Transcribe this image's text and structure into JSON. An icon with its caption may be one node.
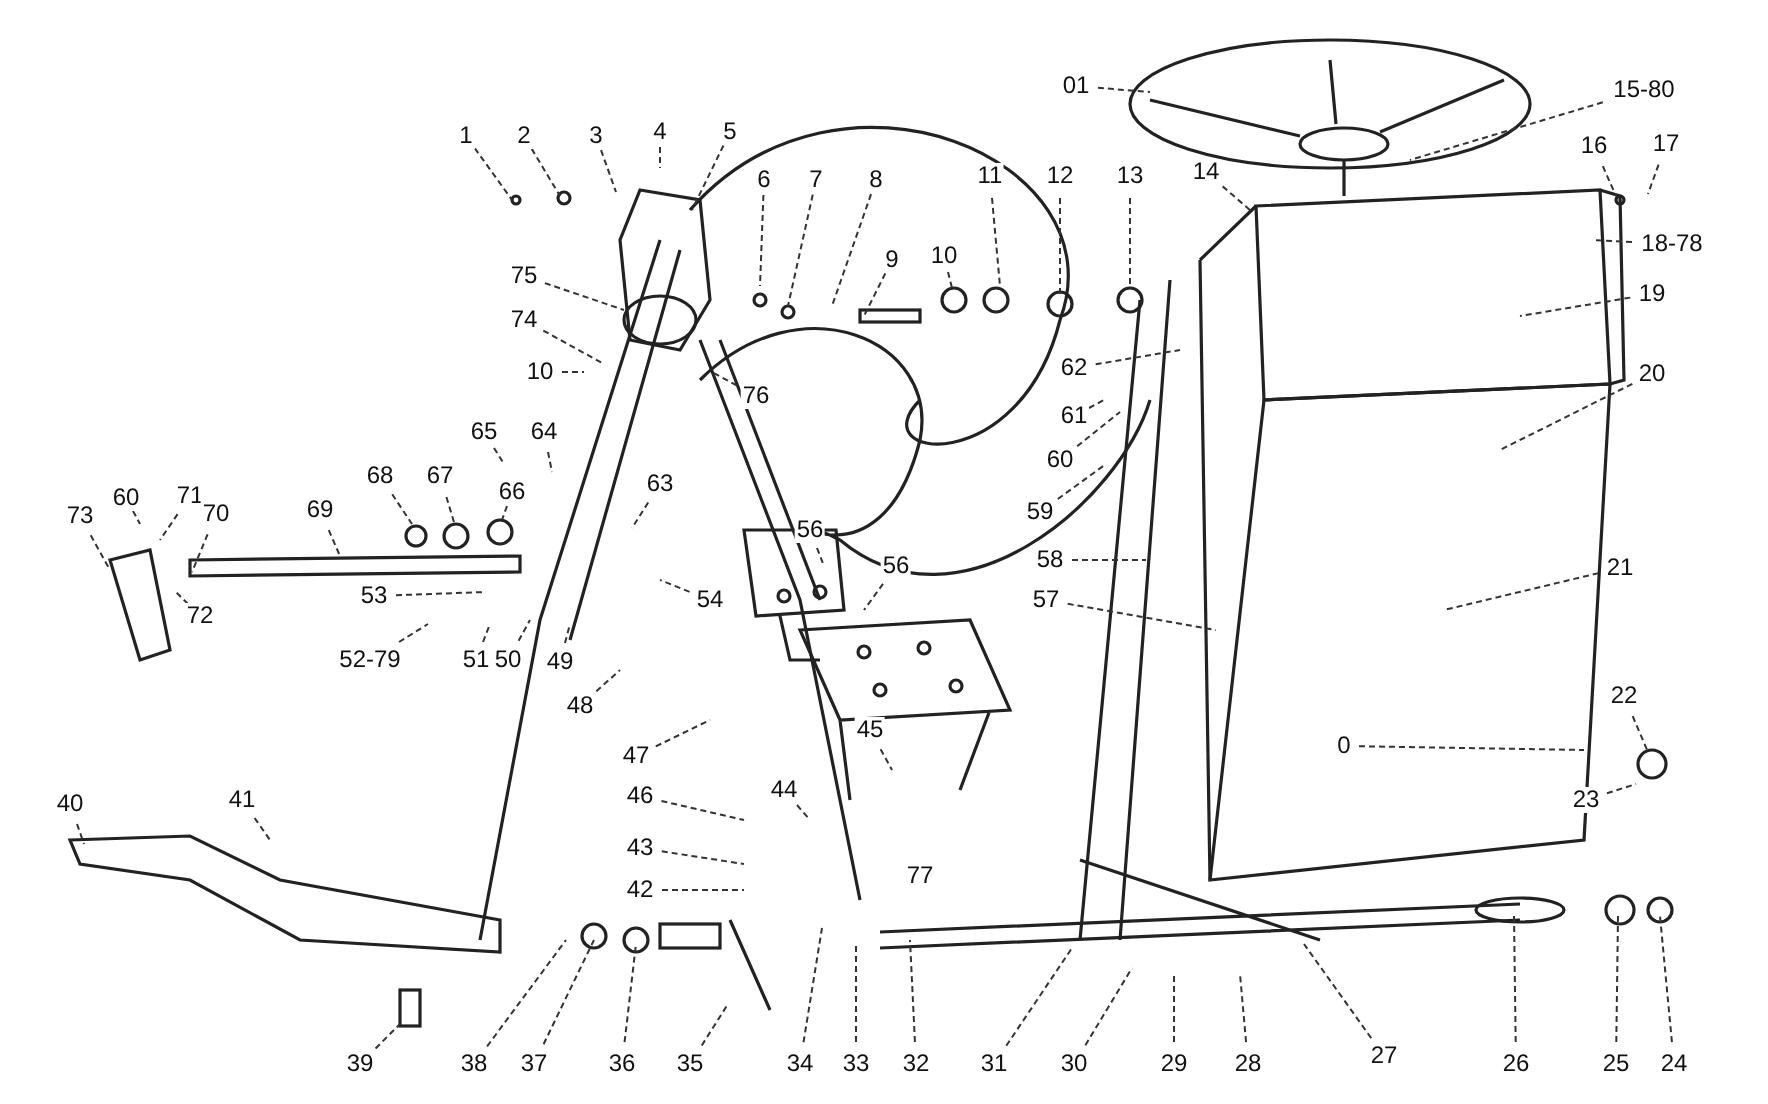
{
  "diagram": {
    "nodes": [
      {
        "text": [
          "01"
        ]
      },
      {
        "text": [
          "15-80"
        ]
      },
      {
        "text": [
          "1"
        ]
      },
      {
        "text": [
          "2"
        ]
      },
      {
        "text": [
          "3"
        ]
      },
      {
        "text": [
          "4"
        ]
      },
      {
        "text": [
          "5"
        ]
      },
      {
        "text": [
          "6"
        ]
      },
      {
        "text": [
          "7"
        ]
      },
      {
        "text": [
          "8"
        ]
      },
      {
        "text": [
          "9"
        ]
      },
      {
        "text": [
          "10"
        ]
      },
      {
        "text": [
          "11"
        ]
      },
      {
        "text": [
          "12"
        ]
      },
      {
        "text": [
          "13"
        ]
      },
      {
        "text": [
          "14"
        ]
      },
      {
        "text": [
          "16"
        ]
      },
      {
        "text": [
          "17"
        ]
      },
      {
        "text": [
          "18-78"
        ]
      },
      {
        "text": [
          "19"
        ]
      },
      {
        "text": [
          "20"
        ]
      },
      {
        "text": [
          "75"
        ]
      },
      {
        "text": [
          "74"
        ]
      },
      {
        "text": [
          "10"
        ]
      },
      {
        "text": [
          "76"
        ]
      },
      {
        "text": [
          "62"
        ]
      },
      {
        "text": [
          "61"
        ]
      },
      {
        "text": [
          "60"
        ]
      },
      {
        "text": [
          "59"
        ]
      },
      {
        "text": [
          "58"
        ]
      },
      {
        "text": [
          "57"
        ]
      },
      {
        "text": [
          "21"
        ]
      },
      {
        "text": [
          "65"
        ]
      },
      {
        "text": [
          "64"
        ]
      },
      {
        "text": [
          "63"
        ]
      },
      {
        "text": [
          "60"
        ]
      },
      {
        "text": [
          "71"
        ]
      },
      {
        "text": [
          "70"
        ]
      },
      {
        "text": [
          "69"
        ]
      },
      {
        "text": [
          "68"
        ]
      },
      {
        "text": [
          "67"
        ]
      },
      {
        "text": [
          "66"
        ]
      },
      {
        "text": [
          "73"
        ]
      },
      {
        "text": [
          "72"
        ]
      },
      {
        "text": [
          "53"
        ]
      },
      {
        "text": [
          "54"
        ]
      },
      {
        "text": [
          "52-79"
        ]
      },
      {
        "text": [
          "51"
        ]
      },
      {
        "text": [
          "50"
        ]
      },
      {
        "text": [
          "49"
        ]
      },
      {
        "text": [
          "56"
        ]
      },
      {
        "text": [
          "56"
        ]
      },
      {
        "text": [
          "48"
        ]
      },
      {
        "text": [
          "47"
        ]
      },
      {
        "text": [
          "46"
        ]
      },
      {
        "text": [
          "43"
        ]
      },
      {
        "text": [
          "42"
        ]
      },
      {
        "text": [
          "44"
        ]
      },
      {
        "text": [
          "45"
        ]
      },
      {
        "text": [
          "0"
        ]
      },
      {
        "text": [
          "22"
        ]
      },
      {
        "text": [
          "23"
        ]
      },
      {
        "text": [
          "40"
        ]
      },
      {
        "text": [
          "41"
        ]
      },
      {
        "text": [
          "39"
        ]
      },
      {
        "text": [
          "38"
        ]
      },
      {
        "text": [
          "37"
        ]
      },
      {
        "text": [
          "36"
        ]
      },
      {
        "text": [
          "35"
        ]
      },
      {
        "text": [
          "34"
        ]
      },
      {
        "text": [
          "33"
        ]
      },
      {
        "text": [
          "32"
        ]
      },
      {
        "text": [
          "31"
        ]
      },
      {
        "text": [
          "30"
        ]
      },
      {
        "text": [
          "29"
        ]
      },
      {
        "text": [
          "28"
        ]
      },
      {
        "text": [
          "27"
        ]
      },
      {
        "text": [
          "26"
        ]
      },
      {
        "text": [
          "25"
        ]
      },
      {
        "text": [
          "24"
        ]
      },
      {
        "text": [
          "77"
        ]
      }
    ],
    "edges": [
      {
        "from": 0,
        "to": null,
        "arrow": "none"
      },
      {
        "from": 1,
        "to": null,
        "arrow": "none"
      },
      {
        "from": 2,
        "to": null,
        "arrow": "none"
      },
      {
        "from": 3,
        "to": null,
        "arrow": "none"
      },
      {
        "from": 4,
        "to": null,
        "arrow": "none"
      },
      {
        "from": 5,
        "to": null,
        "arrow": "none"
      },
      {
        "from": 6,
        "to": null,
        "arrow": "none"
      },
      {
        "from": 7,
        "to": null,
        "arrow": "none"
      },
      {
        "from": 8,
        "to": null,
        "arrow": "none"
      },
      {
        "from": 9,
        "to": null,
        "arrow": "none"
      },
      {
        "from": 10,
        "to": null,
        "arrow": "none"
      },
      {
        "from": 11,
        "to": null,
        "arrow": "none"
      },
      {
        "from": 12,
        "to": null,
        "arrow": "none"
      },
      {
        "from": 13,
        "to": null,
        "arrow": "none"
      },
      {
        "from": 14,
        "to": null,
        "arrow": "none"
      },
      {
        "from": 15,
        "to": null,
        "arrow": "none"
      },
      {
        "from": 16,
        "to": null,
        "arrow": "none"
      },
      {
        "from": 17,
        "to": null,
        "arrow": "none"
      },
      {
        "from": 18,
        "to": null,
        "arrow": "none"
      },
      {
        "from": 19,
        "to": null,
        "arrow": "none"
      },
      {
        "from": 20,
        "to": null,
        "arrow": "none"
      },
      {
        "from": 21,
        "to": null,
        "arrow": "none"
      },
      {
        "from": 22,
        "to": null,
        "arrow": "none"
      },
      {
        "from": 23,
        "to": null,
        "arrow": "none"
      },
      {
        "from": 24,
        "to": null,
        "arrow": "none"
      },
      {
        "from": 25,
        "to": null,
        "arrow": "none"
      },
      {
        "from": 26,
        "to": null,
        "arrow": "none"
      },
      {
        "from": 27,
        "to": null,
        "arrow": "none"
      },
      {
        "from": 28,
        "to": null,
        "arrow": "none"
      },
      {
        "from": 29,
        "to": null,
        "arrow": "none"
      },
      {
        "from": 30,
        "to": null,
        "arrow": "none"
      },
      {
        "from": 31,
        "to": null,
        "arrow": "none"
      },
      {
        "from": 32,
        "to": null,
        "arrow": "none"
      },
      {
        "from": 33,
        "to": null,
        "arrow": "none"
      },
      {
        "from": 34,
        "to": null,
        "arrow": "none"
      },
      {
        "from": 35,
        "to": null,
        "arrow": "none"
      },
      {
        "from": 36,
        "to": null,
        "arrow": "none"
      },
      {
        "from": 37,
        "to": null,
        "arrow": "none"
      },
      {
        "from": 38,
        "to": null,
        "arrow": "none"
      },
      {
        "from": 39,
        "to": null,
        "arrow": "none"
      },
      {
        "from": 40,
        "to": null,
        "arrow": "none"
      },
      {
        "from": 41,
        "to": null,
        "arrow": "none"
      },
      {
        "from": 42,
        "to": null,
        "arrow": "none"
      },
      {
        "from": 43,
        "to": null,
        "arrow": "none"
      },
      {
        "from": 44,
        "to": null,
        "arrow": "none"
      },
      {
        "from": 45,
        "to": null,
        "arrow": "none"
      },
      {
        "from": 46,
        "to": null,
        "arrow": "none"
      },
      {
        "from": 47,
        "to": null,
        "arrow": "none"
      },
      {
        "from": 48,
        "to": null,
        "arrow": "none"
      },
      {
        "from": 49,
        "to": null,
        "arrow": "none"
      },
      {
        "from": 50,
        "to": null,
        "arrow": "none"
      },
      {
        "from": 51,
        "to": null,
        "arrow": "none"
      },
      {
        "from": 52,
        "to": null,
        "arrow": "none"
      },
      {
        "from": 53,
        "to": null,
        "arrow": "none"
      },
      {
        "from": 54,
        "to": null,
        "arrow": "none"
      },
      {
        "from": 55,
        "to": null,
        "arrow": "none"
      },
      {
        "from": 56,
        "to": null,
        "arrow": "none"
      },
      {
        "from": 57,
        "to": null,
        "arrow": "none"
      },
      {
        "from": 58,
        "to": null,
        "arrow": "none"
      },
      {
        "from": 59,
        "to": null,
        "arrow": "none"
      },
      {
        "from": 60,
        "to": null,
        "arrow": "none"
      },
      {
        "from": 61,
        "to": null,
        "arrow": "none"
      },
      {
        "from": 62,
        "to": null,
        "arrow": "none"
      },
      {
        "from": 63,
        "to": null,
        "arrow": "none"
      },
      {
        "from": 64,
        "to": null,
        "arrow": "none"
      },
      {
        "from": 65,
        "to": null,
        "arrow": "none"
      },
      {
        "from": 66,
        "to": null,
        "arrow": "none"
      },
      {
        "from": 67,
        "to": null,
        "arrow": "none"
      },
      {
        "from": 68,
        "to": null,
        "arrow": "none"
      },
      {
        "from": 69,
        "to": null,
        "arrow": "none"
      },
      {
        "from": 70,
        "to": null,
        "arrow": "none"
      },
      {
        "from": 71,
        "to": null,
        "arrow": "none"
      },
      {
        "from": 72,
        "to": null,
        "arrow": "none"
      },
      {
        "from": 73,
        "to": null,
        "arrow": "none"
      },
      {
        "from": 74,
        "to": null,
        "arrow": "none"
      },
      {
        "from": 75,
        "to": null,
        "arrow": "none"
      },
      {
        "from": 76,
        "to": null,
        "arrow": "none"
      },
      {
        "from": 77,
        "to": null,
        "arrow": "none"
      },
      {
        "from": 78,
        "to": null,
        "arrow": "none"
      },
      {
        "from": 79,
        "to": null,
        "arrow": "none"
      }
    ]
  }
}
